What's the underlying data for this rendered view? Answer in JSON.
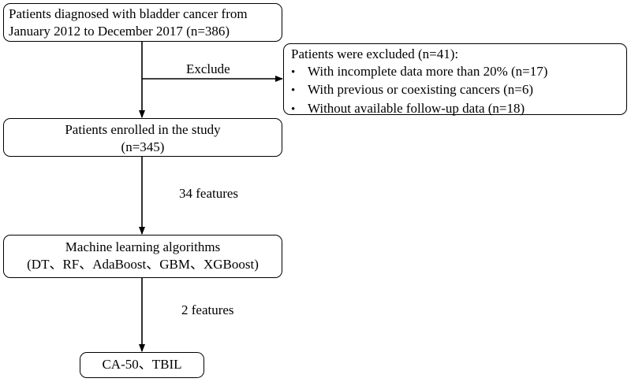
{
  "boxes": {
    "start": {
      "line1": "Patients diagnosed with bladder cancer from",
      "line2": "January 2012 to December 2017 (n=386)"
    },
    "excluded": {
      "title": "Patients were excluded (n=41):",
      "bullet": "•",
      "items": [
        "With incomplete data more than 20% (n=17)",
        "With previous or coexisting cancers (n=6)",
        "Without available follow-up data (n=18)"
      ]
    },
    "enrolled": {
      "line1": "Patients enrolled in the study",
      "line2": "(n=345)"
    },
    "ml": {
      "line1": "Machine learning algorithms",
      "line2": "(DT、RF、AdaBoost、GBM、XGBoost)"
    },
    "final": {
      "line1": "CA-50、TBIL"
    }
  },
  "labels": {
    "exclude": "Exclude",
    "features_34": "34 features",
    "features_2": "2 features"
  }
}
